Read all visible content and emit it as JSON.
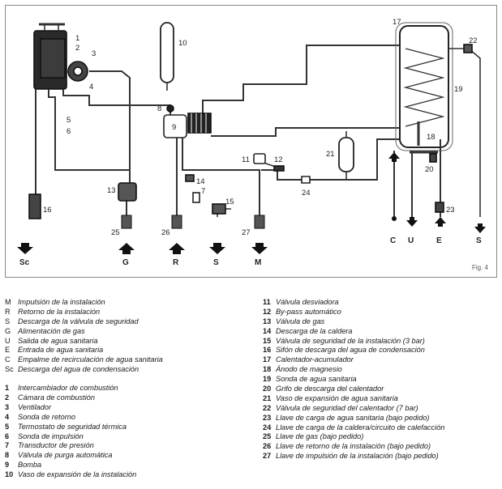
{
  "figure": {
    "caption": "Fig. 4",
    "numbers": [
      "1",
      "2",
      "3",
      "4",
      "5",
      "6",
      "7",
      "8",
      "9",
      "10",
      "11",
      "12",
      "13",
      "14",
      "15",
      "16",
      "17",
      "18",
      "19",
      "20",
      "21",
      "22",
      "23",
      "24",
      "25",
      "26",
      "27"
    ],
    "outlets": [
      "Sc",
      "G",
      "R",
      "S",
      "M",
      "C",
      "U",
      "E",
      "S"
    ]
  },
  "legend_left_letters": [
    {
      "key": "M",
      "text": "Impulsión de la instalación"
    },
    {
      "key": "R",
      "text": "Retorno de la instalación"
    },
    {
      "key": "S",
      "text": "Descarga de la válvula de seguridad"
    },
    {
      "key": "G",
      "text": "Alimentación de gas"
    },
    {
      "key": "U",
      "text": "Salida de agua sanitaria"
    },
    {
      "key": "E",
      "text": "Entrada de agua sanitaria"
    },
    {
      "key": "C",
      "text": "Empalme de recirculación de agua sanitaria"
    },
    {
      "key": "Sc",
      "text": "Descarga del agua de condensación"
    }
  ],
  "legend_left_numbers": [
    {
      "key": "1",
      "text": "Intercambiador de combustión"
    },
    {
      "key": "2",
      "text": "Cámara de combustión"
    },
    {
      "key": "3",
      "text": "Ventilador"
    },
    {
      "key": "4",
      "text": "Sonda de retorno"
    },
    {
      "key": "5",
      "text": "Termostato de seguridad térmica"
    },
    {
      "key": "6",
      "text": "Sonda de impulsión"
    },
    {
      "key": "7",
      "text": "Transductor de presión"
    },
    {
      "key": "8",
      "text": "Válvula de purga automática"
    },
    {
      "key": "9",
      "text": "Bomba"
    },
    {
      "key": "10",
      "text": "Vaso de expansión de la instalación"
    }
  ],
  "legend_right": [
    {
      "key": "11",
      "text": "Válvula desviadora"
    },
    {
      "key": "12",
      "text": "By-pass automático"
    },
    {
      "key": "13",
      "text": "Válvula de gas"
    },
    {
      "key": "14",
      "text": "Descarga de la caldera"
    },
    {
      "key": "15",
      "text": "Válvula de seguridad de la instalación (3 bar)"
    },
    {
      "key": "16",
      "text": "Sifón de descarga del agua de condensación"
    },
    {
      "key": "17",
      "text": "Calentador-acumulador"
    },
    {
      "key": "18",
      "text": "Ánodo de magnesio"
    },
    {
      "key": "19",
      "text": "Sonda de agua sanitaria"
    },
    {
      "key": "20",
      "text": "Grifo de descarga del calentador"
    },
    {
      "key": "21",
      "text": "Vaso de expansión de agua sanitaria"
    },
    {
      "key": "22",
      "text": "Válvula de seguridad del calentador (7 bar)"
    },
    {
      "key": "23",
      "text": "Llave de carga de agua sanitaria (bajo pedido)"
    },
    {
      "key": "24",
      "text": "Llave de carga de la caldera/circuito de calefacción"
    },
    {
      "key": "25",
      "text": "Llave de gas (bajo pedido)"
    },
    {
      "key": "26",
      "text": "Llave de retorno de la instalación (bajo pedido)"
    },
    {
      "key": "27",
      "text": "Llave de impulsión de la instalación (bajo pedido)"
    }
  ]
}
